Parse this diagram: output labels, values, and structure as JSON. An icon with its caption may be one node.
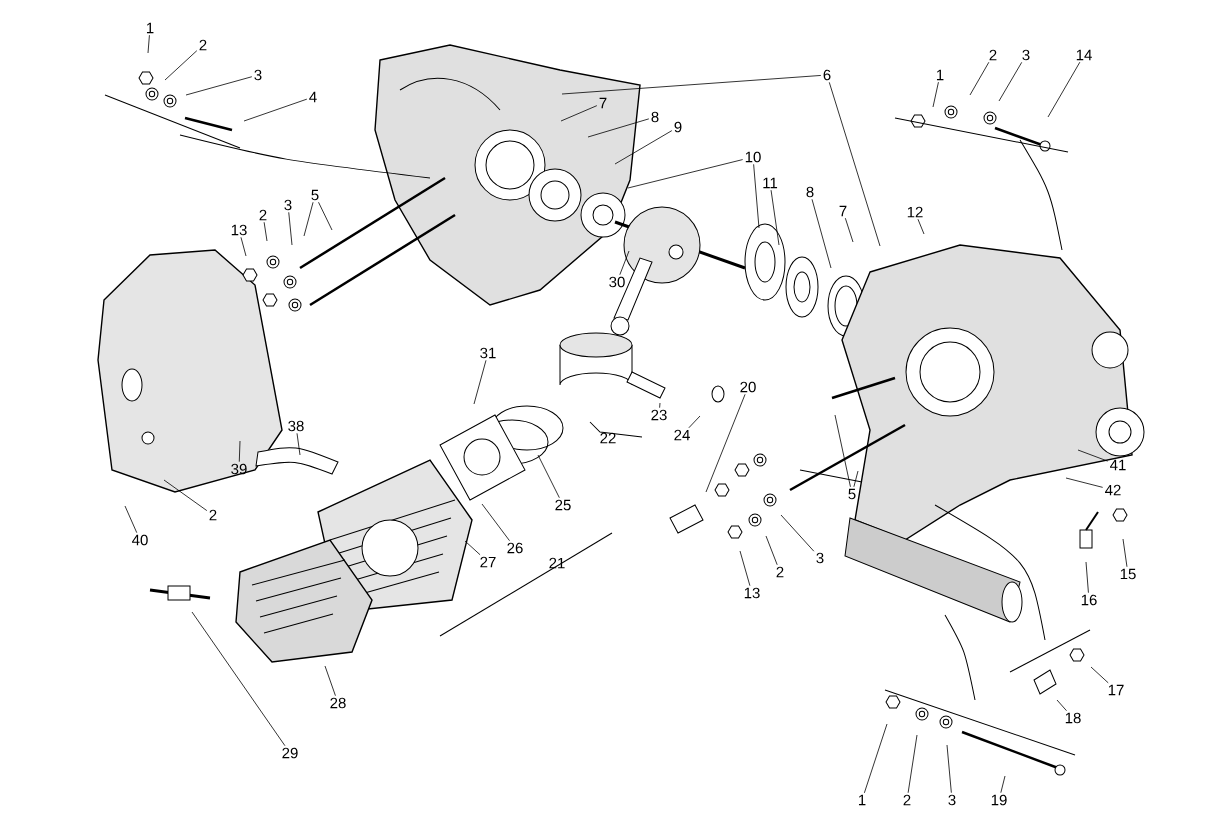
{
  "diagram": {
    "nodes": [
      {
        "text": [
          "1"
        ]
      },
      {
        "text": [
          "2"
        ]
      },
      {
        "text": [
          "3"
        ]
      },
      {
        "text": [
          "4"
        ]
      },
      {
        "text": [
          "6"
        ]
      },
      {
        "text": [
          "7"
        ]
      },
      {
        "text": [
          "8"
        ]
      },
      {
        "text": [
          "9"
        ]
      },
      {
        "text": [
          "10"
        ]
      },
      {
        "text": [
          "11"
        ]
      },
      {
        "text": [
          "8"
        ]
      },
      {
        "text": [
          "7"
        ]
      },
      {
        "text": [
          "12"
        ]
      },
      {
        "text": [
          "1"
        ]
      },
      {
        "text": [
          "2"
        ]
      },
      {
        "text": [
          "3"
        ]
      },
      {
        "text": [
          "14"
        ]
      },
      {
        "text": [
          "13"
        ]
      },
      {
        "text": [
          "2"
        ]
      },
      {
        "text": [
          "3"
        ]
      },
      {
        "text": [
          "5"
        ]
      },
      {
        "text": [
          "30"
        ]
      },
      {
        "text": [
          "31"
        ]
      },
      {
        "text": [
          "20"
        ]
      },
      {
        "text": [
          "23"
        ]
      },
      {
        "text": [
          "24"
        ]
      },
      {
        "text": [
          "25"
        ]
      },
      {
        "text": [
          "26"
        ]
      },
      {
        "text": [
          "27"
        ]
      },
      {
        "text": [
          "38"
        ]
      },
      {
        "text": [
          "39"
        ]
      },
      {
        "text": [
          "2"
        ]
      },
      {
        "text": [
          "40"
        ]
      },
      {
        "text": [
          "5"
        ]
      },
      {
        "text": [
          "41"
        ]
      },
      {
        "text": [
          "42"
        ]
      },
      {
        "text": [
          "13"
        ]
      },
      {
        "text": [
          "2"
        ]
      },
      {
        "text": [
          "3"
        ]
      },
      {
        "text": [
          "16"
        ]
      },
      {
        "text": [
          "15"
        ]
      },
      {
        "text": [
          "17"
        ]
      },
      {
        "text": [
          "18"
        ]
      },
      {
        "text": [
          "28"
        ]
      },
      {
        "text": [
          "29"
        ]
      },
      {
        "text": [
          "1"
        ]
      },
      {
        "text": [
          "2"
        ]
      },
      {
        "text": [
          "3"
        ]
      },
      {
        "text": [
          "19"
        ]
      }
    ],
    "edges": [
      {
        "from": 0,
        "to": null,
        "arrow": "none"
      },
      {
        "from": 1,
        "to": null,
        "arrow": "none"
      },
      {
        "from": 2,
        "to": null,
        "arrow": "none"
      },
      {
        "from": 3,
        "to": null,
        "arrow": "none"
      },
      {
        "from": 4,
        "to": null,
        "arrow": "none"
      },
      {
        "from": 4,
        "to": null,
        "arrow": "none"
      },
      {
        "from": 5,
        "to": null,
        "arrow": "none"
      },
      {
        "from": 6,
        "to": null,
        "arrow": "none"
      },
      {
        "from": 7,
        "to": null,
        "arrow": "none"
      },
      {
        "from": 8,
        "to": null,
        "arrow": "none"
      },
      {
        "from": 8,
        "to": null,
        "arrow": "none"
      },
      {
        "from": 9,
        "to": null,
        "arrow": "none"
      },
      {
        "from": 10,
        "to": null,
        "arrow": "none"
      },
      {
        "from": 11,
        "to": null,
        "arrow": "none"
      },
      {
        "from": 12,
        "to": null,
        "arrow": "none"
      },
      {
        "from": 13,
        "to": null,
        "arrow": "none"
      },
      {
        "from": 14,
        "to": null,
        "arrow": "none"
      },
      {
        "from": 15,
        "to": null,
        "arrow": "none"
      },
      {
        "from": 16,
        "to": null,
        "arrow": "none"
      },
      {
        "from": 17,
        "to": null,
        "arrow": "none"
      },
      {
        "from": 18,
        "to": null,
        "arrow": "none"
      },
      {
        "from": 19,
        "to": null,
        "arrow": "none"
      },
      {
        "from": 20,
        "to": null,
        "arrow": "none"
      },
      {
        "from": 20,
        "to": null,
        "arrow": "none"
      },
      {
        "from": 21,
        "to": null,
        "arrow": "none"
      },
      {
        "from": 22,
        "to": null,
        "arrow": "none"
      },
      {
        "from": 23,
        "to": null,
        "arrow": "none"
      },
      {
        "from": 24,
        "to": null,
        "arrow": "none"
      },
      {
        "from": 25,
        "to": null,
        "arrow": "none"
      },
      {
        "from": 26,
        "to": null,
        "arrow": "none"
      },
      {
        "from": 27,
        "to": null,
        "arrow": "none"
      },
      {
        "from": 28,
        "to": null,
        "arrow": "none"
      },
      {
        "from": 29,
        "to": null,
        "arrow": "none"
      },
      {
        "from": 30,
        "to": null,
        "arrow": "none"
      },
      {
        "from": 31,
        "to": null,
        "arrow": "none"
      },
      {
        "from": 32,
        "to": null,
        "arrow": "none"
      },
      {
        "from": 33,
        "to": null,
        "arrow": "none"
      },
      {
        "from": 33,
        "to": null,
        "arrow": "none"
      },
      {
        "from": 34,
        "to": null,
        "arrow": "none"
      },
      {
        "from": 35,
        "to": null,
        "arrow": "none"
      },
      {
        "from": 36,
        "to": null,
        "arrow": "none"
      },
      {
        "from": 37,
        "to": null,
        "arrow": "none"
      },
      {
        "from": 38,
        "to": null,
        "arrow": "none"
      },
      {
        "from": 39,
        "to": null,
        "arrow": "none"
      },
      {
        "from": 40,
        "to": null,
        "arrow": "none"
      },
      {
        "from": 41,
        "to": null,
        "arrow": "none"
      },
      {
        "from": 42,
        "to": null,
        "arrow": "none"
      },
      {
        "from": 43,
        "to": null,
        "arrow": "none"
      },
      {
        "from": 44,
        "to": null,
        "arrow": "none"
      },
      {
        "from": 45,
        "to": null,
        "arrow": "none"
      },
      {
        "from": 46,
        "to": null,
        "arrow": "none"
      },
      {
        "from": 47,
        "to": null,
        "arrow": "none"
      },
      {
        "from": 48,
        "to": null,
        "arrow": "none"
      }
    ],
    "labels": [
      "22",
      "21"
    ]
  }
}
